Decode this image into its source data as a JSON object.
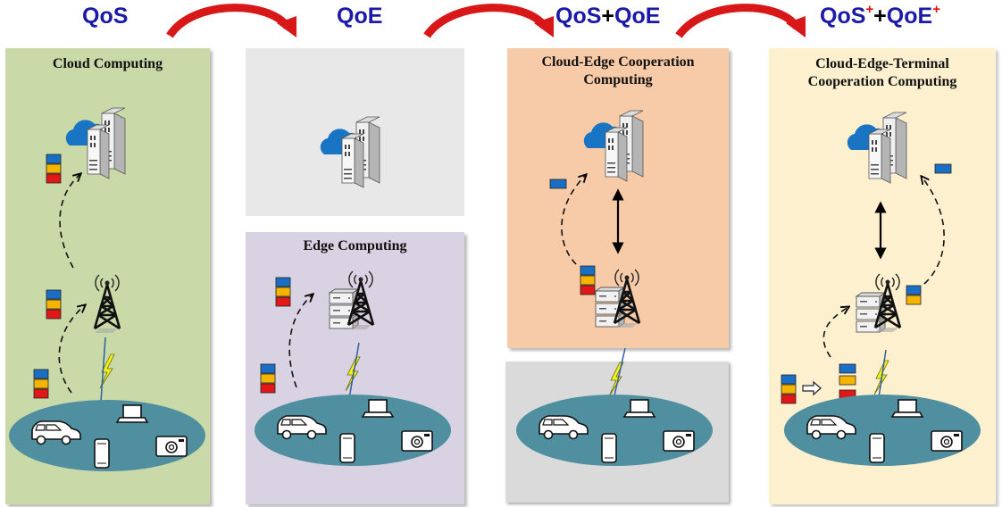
{
  "headers": {
    "qos": "QoS",
    "qoe": "QoE",
    "qos_plus_qoe": {
      "a": "QoS",
      "plus": "+",
      "b": "QoE"
    },
    "qos_qoe_enhanced": {
      "a": "QoS",
      "a_sup": "+",
      "plus": "+",
      "b": "QoE",
      "b_sup": "+"
    }
  },
  "panels": {
    "cloud": {
      "title": "Cloud Computing",
      "color": "#c9d9a8"
    },
    "gray_top": {
      "color": "#e8e8e8"
    },
    "edge": {
      "title": "Edge Computing",
      "color": "#d8d2e2"
    },
    "cloud_edge": {
      "title_line1": "Cloud-Edge Cooperation",
      "title_line2": "Computing",
      "color": "#f8cba8"
    },
    "gray_bottom": {
      "color": "#dadada"
    },
    "cet": {
      "title_line1": "Cloud-Edge-Terminal",
      "title_line2": "Cooperation Computing",
      "color": "#fdf0cf"
    }
  },
  "colors": {
    "header_text": "#1a1aa6",
    "arrow_red": "#d81818",
    "task_blue": "#1a6fc4",
    "task_yellow": "#f4b400",
    "task_red": "#e01818",
    "ellipse": "#4f8f9f",
    "cloud": "#1a74c4"
  },
  "icons": [
    "cloud-icon",
    "server-icon",
    "tower-icon",
    "lightning-icon",
    "car-icon",
    "laptop-icon",
    "phone-icon",
    "camera-icon",
    "task-stack-icon"
  ]
}
